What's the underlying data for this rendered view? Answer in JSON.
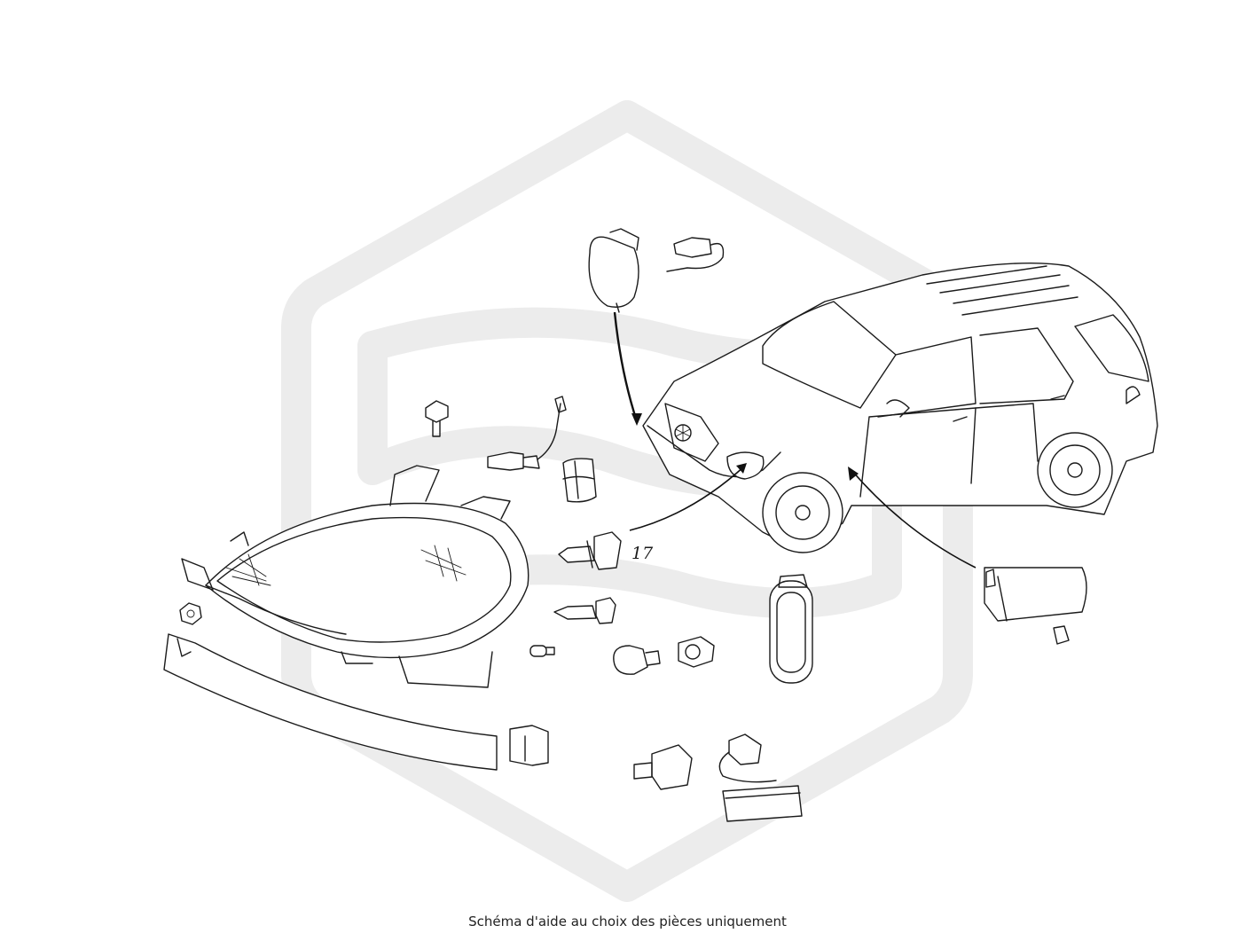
{
  "diagram": {
    "callout_label": "17",
    "caption": "Schéma d'aide au choix des pièces uniquement",
    "watermark": "hexagon-logo-watermark",
    "colors": {
      "line": "#1b1b1b",
      "watermark": "#ececec",
      "background": "#ffffff"
    }
  }
}
